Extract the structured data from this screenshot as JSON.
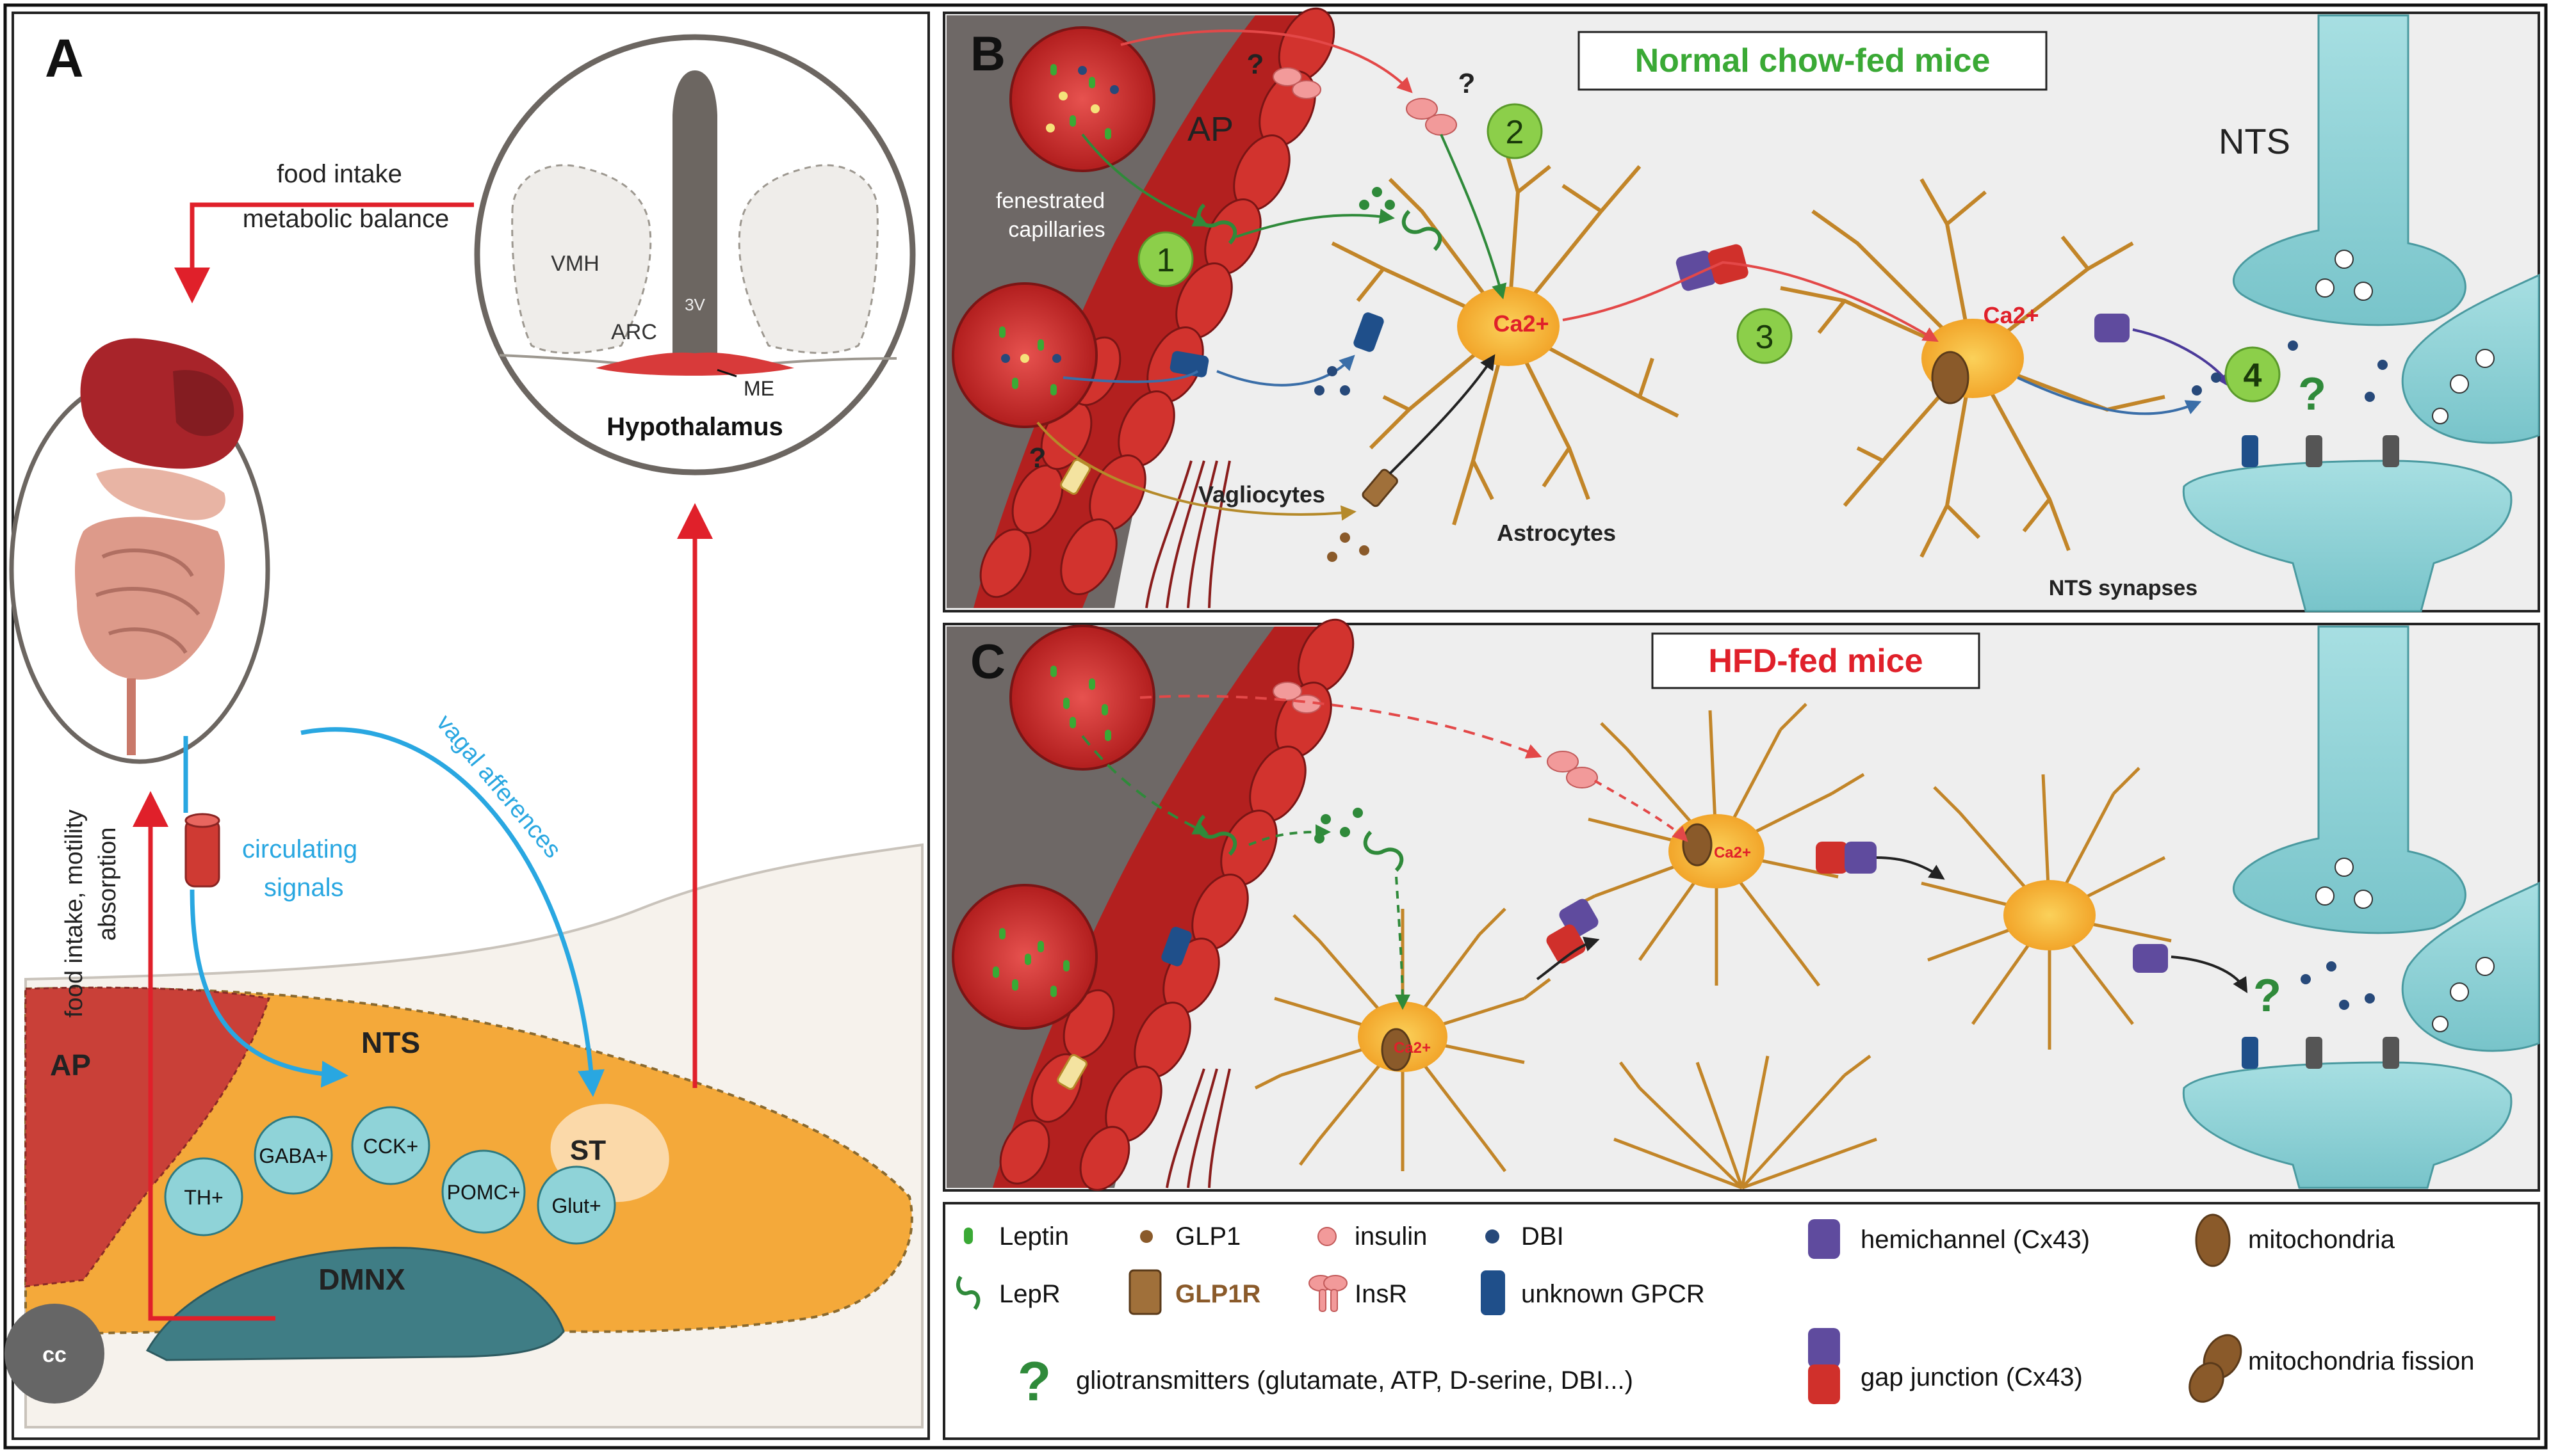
{
  "panel_a": {
    "letter": "A",
    "food_intake": "food intake",
    "metabolic_balance": "metabolic balance",
    "vmh": "VMH",
    "arc": "ARC",
    "v3": "3V",
    "me": "ME",
    "hypothalamus": "Hypothalamus",
    "gut_label_1": "food intake, motility",
    "gut_label_2": "absorption",
    "circulating_1": "circulating",
    "circulating_2": "signals",
    "vagal": "vagal afferences",
    "ap": "AP",
    "nts": "NTS",
    "st": "ST",
    "th": "TH+",
    "gaba": "GABA+",
    "cck": "CCK+",
    "pomc": "POMC+",
    "glut": "Glut+",
    "dmnx": "DMNX",
    "cc": "cc"
  },
  "panel_b": {
    "letter": "B",
    "title": "Normal chow-fed mice",
    "ap": "AP",
    "nts": "NTS",
    "fenestrated_1": "fenestrated",
    "fenestrated_2": "capillaries",
    "vagliocytes": "Vagliocytes",
    "astrocytes": "Astrocytes",
    "nts_synapses": "NTS synapses",
    "ca_1": "Ca2+",
    "ca_2": "Ca2+",
    "num_1": "1",
    "num_2": "2",
    "num_3": "3",
    "num_4": "4",
    "q": "?"
  },
  "panel_c": {
    "letter": "C",
    "title": "HFD-fed mice",
    "ca_1": "Ca2+",
    "ca_2": "Ca2+",
    "q": "?"
  },
  "legend": {
    "leptin": "Leptin",
    "glp1": "GLP1",
    "insulin": "insulin",
    "dbi": "DBI",
    "lepr": "LepR",
    "glp1r": "GLP1R",
    "insr": "InsR",
    "gpcr": "unknown GPCR",
    "hemichannel": "hemichannel (Cx43)",
    "mitochondria": "mitochondria",
    "gap_junction": "gap junction (Cx43)",
    "fission": "mitochondria fission",
    "gliotransmitters": "gliotransmitters (glutamate, ATP, D-serine, DBI...)",
    "q": "?"
  },
  "colors": {
    "red_arrow": "#e0202a",
    "blue_arrow": "#29a7e1",
    "green_label": "#3aa935",
    "orange_nts": "#f4a93a",
    "astro": "#f5b335",
    "neuron": "#8fd3d8",
    "vessel": "#b3201f"
  }
}
